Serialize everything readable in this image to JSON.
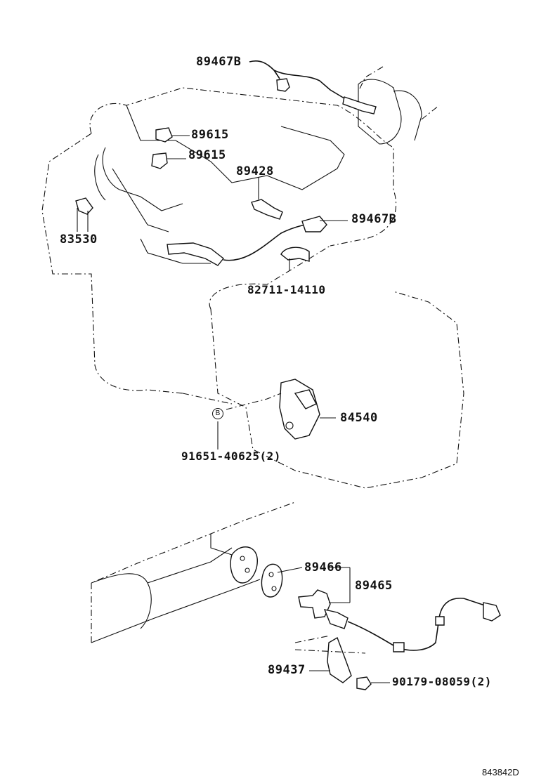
{
  "labels": {
    "p89467b_top": "89467B",
    "p89615_a": "89615",
    "p89615_b": "89615",
    "p89428": "89428",
    "p89467b_mid": "89467B",
    "p83530": "83530",
    "p82711": "82711-14110",
    "p84540": "84540",
    "p91651": "91651-40625(2)",
    "p89466": "89466",
    "p89465": "89465",
    "p89437": "89437",
    "p90179": "90179-08059(2)"
  },
  "marker": "B",
  "diagram_code": "843842D"
}
